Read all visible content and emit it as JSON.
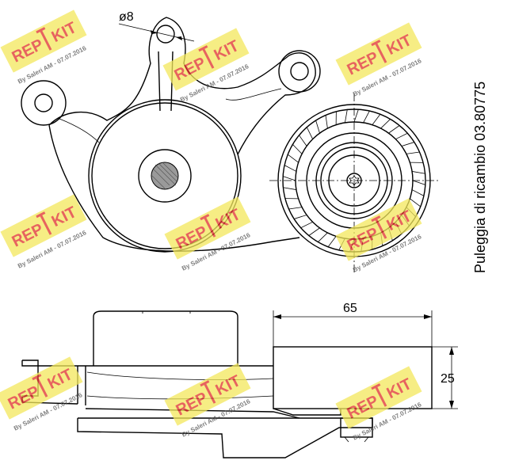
{
  "drawing": {
    "side_note": "Puleggia di ricambio 03.80775",
    "dim_hole": "ø8",
    "dim_width": "65",
    "dim_height": "25"
  },
  "watermark": {
    "logo_left": "REP",
    "logo_right": "KIT",
    "caption": "By Saleri AM - 07.07.2016",
    "colors": {
      "badge": "#f3e85c",
      "text": "#e0302a"
    }
  }
}
